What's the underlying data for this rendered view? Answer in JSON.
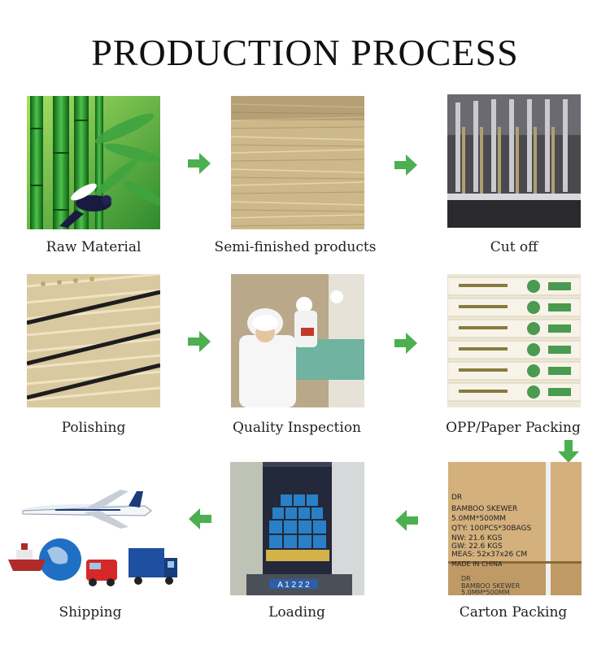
{
  "title": "PRODUCTION PROCESS",
  "steps": [
    {
      "label": "Raw Material"
    },
    {
      "label": "Semi-finished products"
    },
    {
      "label": "Cut off"
    },
    {
      "label": "Polishing"
    },
    {
      "label": "Quality Inspection"
    },
    {
      "label": "OPP/Paper Packing"
    },
    {
      "label": "Carton Packing"
    },
    {
      "label": "Loading"
    },
    {
      "label": "Shipping"
    }
  ],
  "carton": {
    "line1": "DR",
    "line2": "BAMBOO SKEWER",
    "line3": "5.0MM*500MM",
    "line4": "QTY: 100PCS*30BAGS",
    "line5": "NW:  21.6  KGS",
    "line6": "GW:  22.6  KGS",
    "line7": "MEAS: 52x37x26 CM",
    "line8": "MADE IN CHINA"
  },
  "truck_plate": "A 1 2 2 2",
  "arrow_color": "#4caf50"
}
